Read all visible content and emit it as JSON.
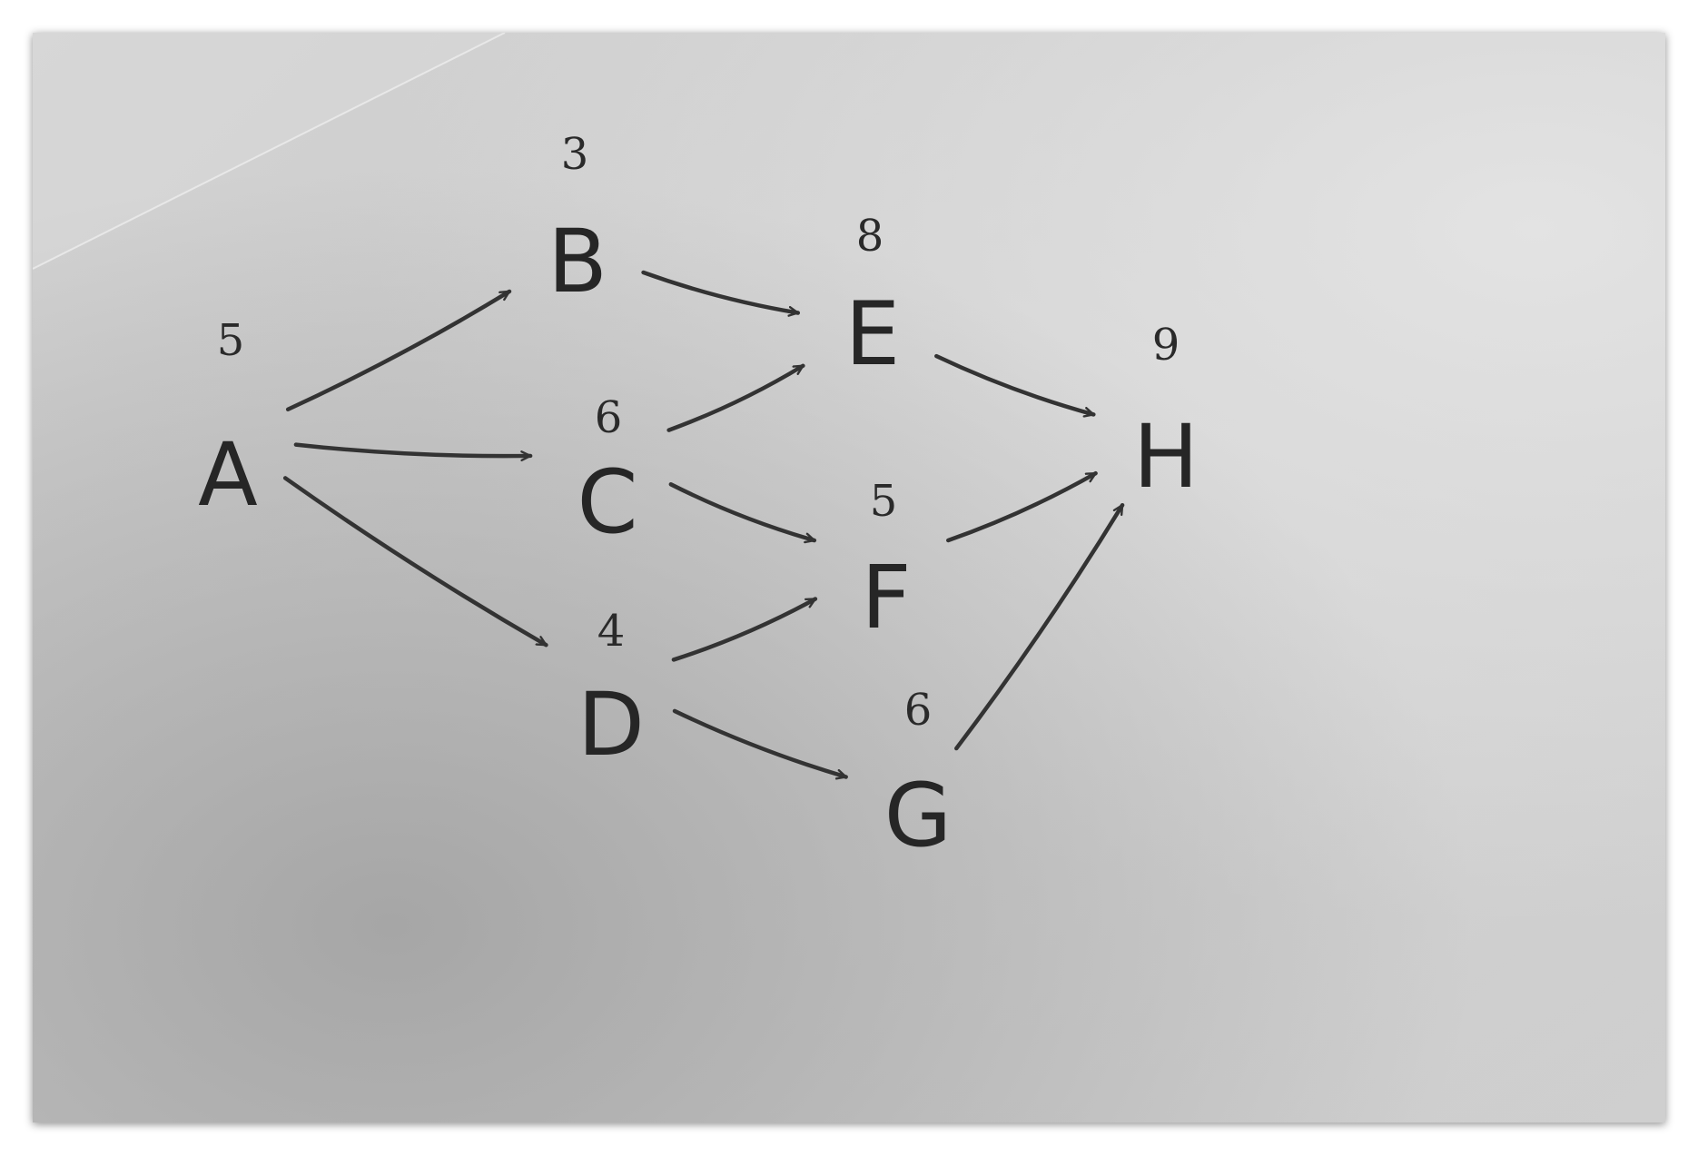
{
  "nodes": [
    {
      "id": "A",
      "label": "A",
      "weight": "5"
    },
    {
      "id": "B",
      "label": "B",
      "weight": "3"
    },
    {
      "id": "C",
      "label": "C",
      "weight": "6"
    },
    {
      "id": "D",
      "label": "D",
      "weight": "4"
    },
    {
      "id": "E",
      "label": "E",
      "weight": "8"
    },
    {
      "id": "F",
      "label": "F",
      "weight": "5"
    },
    {
      "id": "G",
      "label": "G",
      "weight": "6"
    },
    {
      "id": "H",
      "label": "H",
      "weight": "9"
    }
  ],
  "edges": [
    {
      "from": "A",
      "to": "B"
    },
    {
      "from": "A",
      "to": "C"
    },
    {
      "from": "A",
      "to": "D"
    },
    {
      "from": "B",
      "to": "E"
    },
    {
      "from": "C",
      "to": "E"
    },
    {
      "from": "C",
      "to": "F"
    },
    {
      "from": "D",
      "to": "F"
    },
    {
      "from": "D",
      "to": "G"
    },
    {
      "from": "E",
      "to": "H"
    },
    {
      "from": "F",
      "to": "H"
    },
    {
      "from": "G",
      "to": "H"
    }
  ]
}
